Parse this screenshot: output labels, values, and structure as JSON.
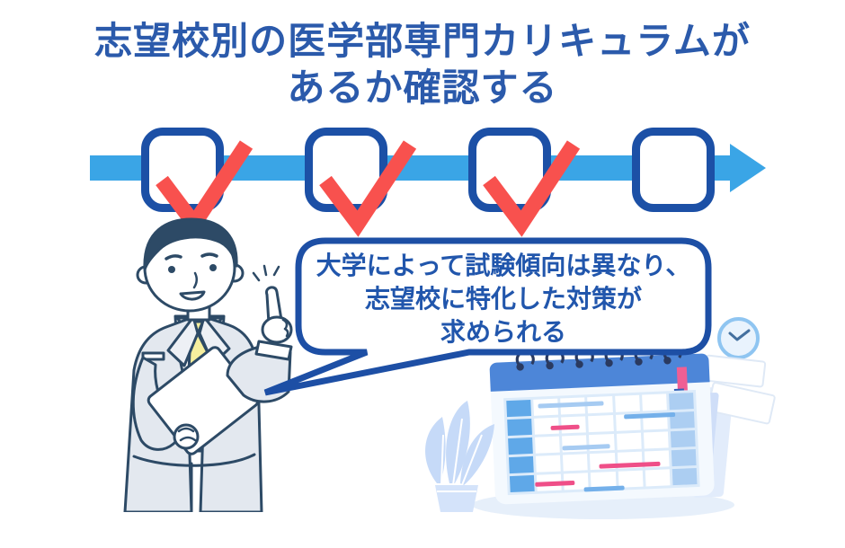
{
  "title": {
    "line1": "志望校別の医学部専門カリキュラムが",
    "line2": "あるか確認する"
  },
  "progress": {
    "steps": [
      {
        "name": "step-1",
        "checked": true
      },
      {
        "name": "step-2",
        "checked": true
      },
      {
        "name": "step-3",
        "checked": true
      },
      {
        "name": "step-4",
        "checked": false
      }
    ]
  },
  "speech_bubble": {
    "line1": "大学によって試験傾向は異なり、",
    "line2": "志望校に特化した対策が",
    "line3": "求められる"
  },
  "calendar": {
    "rows": 5,
    "columns": 7,
    "ring_count": 6
  },
  "icons": [
    "checkmark-icon",
    "arrow-icon",
    "clock-icon",
    "speech-bubble",
    "desk-calendar-illustration",
    "plant-illustration",
    "businessman-illustration",
    "emphasis-sparkle-icon"
  ],
  "colors": {
    "title_blue": "#2b5aab",
    "bubble_border_blue": "#1d4fa5",
    "bubble_text_blue": "#2156ac",
    "arrow_blue": "#3aa5e6",
    "check_red": "#f8514e",
    "checkbox_border_blue": "#1c50a6",
    "calendar_header_blue": "#4d86d8",
    "calendar_cell_blue": "#5fa8e8",
    "calendar_cell_light_blue": "#accef2",
    "event_pink": "#ef4f88",
    "event_blue": "#74b0ea",
    "event_light_blue": "#a6cbf2",
    "outline_navy": "#2d4a66",
    "suit_gray": "#e3e8ef",
    "tie_yellow": "#f6ef9e",
    "plant_blue": "#c6daf8"
  }
}
